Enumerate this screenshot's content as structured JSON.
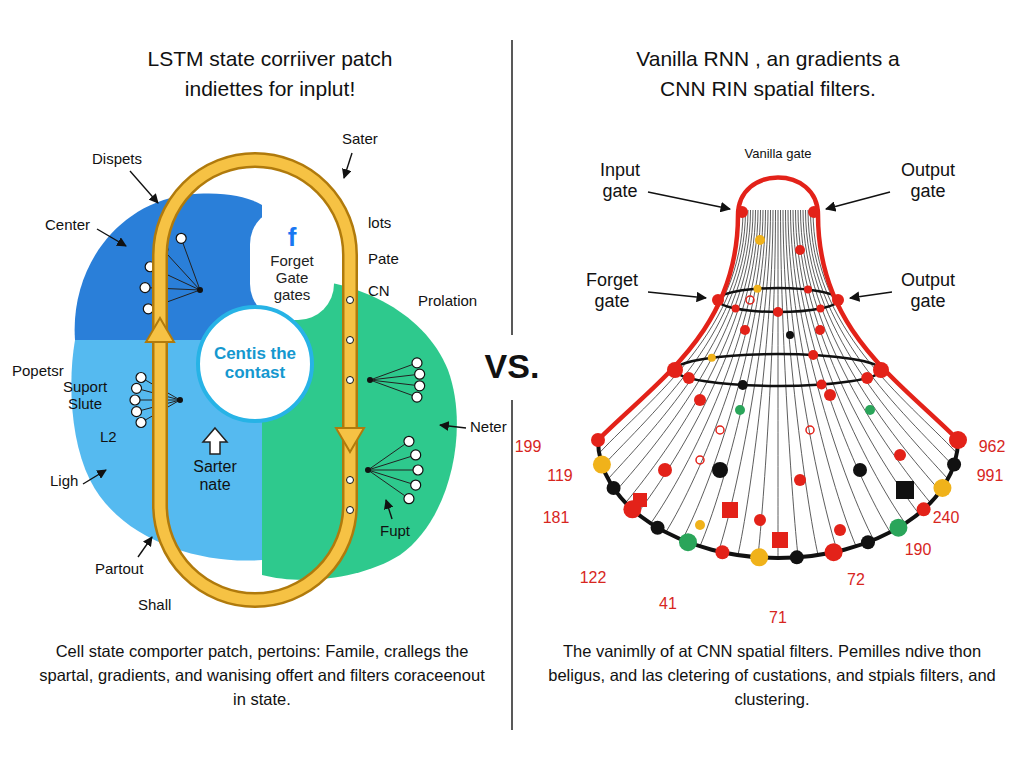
{
  "diagram": {
    "title": "LSTM state corriiver patch indiettes for inplut!",
    "caption": "Cell state comporter patch, pertoins: Famile, crallegs the spartal, gradients, and wanising offert and filters coraceenout in state.",
    "nodes": [
      {
        "text": [
          "f",
          "Forget Gate gates"
        ]
      },
      {
        "text": [
          "Centis the contast"
        ]
      }
    ],
    "labels": [
      "Vanilla RNN , an gradients a CNN RIN spatial filters.",
      "Dispets",
      "Center",
      "Popetsr",
      "Suport Slute",
      "L2",
      "Ligh",
      "Partout",
      "Shall",
      "Sater",
      "lots",
      "Pate",
      "CN",
      "Prolation",
      "Neter",
      "Fupt",
      "Sarter nate",
      "VS.",
      "Vanilla gate",
      "Input gate",
      "Output gate",
      "Forget gate",
      "Output gate",
      "199",
      "119",
      "181",
      "122",
      "41",
      "71",
      "72",
      "190",
      "240",
      "991",
      "962",
      "The vanimlly of at CNN spatial filters. Pemilles ndive thon beligus, and las cletering of custations, and stpials filters, and clustering."
    ]
  }
}
